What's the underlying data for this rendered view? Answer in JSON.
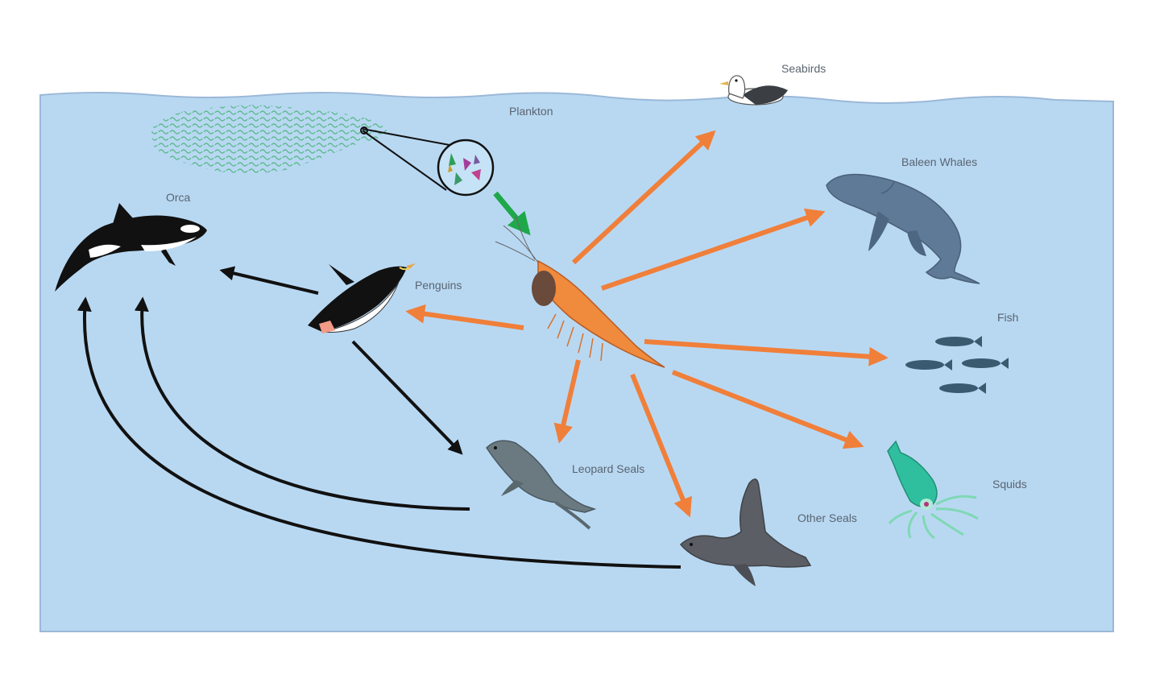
{
  "labels": {
    "seabirds": "Seabirds",
    "plankton": "Plankton",
    "baleen_whales": "Baleen Whales",
    "orca": "Orca",
    "penguins": "Penguins",
    "fish": "Fish",
    "leopard_seals": "Leopard Seals",
    "squids": "Squids",
    "other_seals": "Other Seals"
  },
  "colors": {
    "water": "#b8d8f2",
    "water_border": "#9bb8d8",
    "krill_arrows": "#f07f3a",
    "plankton_arrow": "#1fa84a",
    "predator_arrows": "#111111",
    "krill": "#f08a3c",
    "plankton": "#5ab88a",
    "baleen_whale": "#5f7a96",
    "seal": "#5b5e64",
    "leopard_seal": "#6a7a80",
    "squid": "#2fbf9f",
    "fish": "#3a5a70"
  },
  "icons": {
    "krill": "krill-icon",
    "plankton_magnifier": "magnifier-icon",
    "seabird": "seabird-icon",
    "baleen_whale": "whale-icon",
    "orca": "orca-icon",
    "penguin": "penguin-icon",
    "fish": "fish-icon",
    "leopard_seal": "leopard-seal-icon",
    "other_seal": "seal-icon",
    "squid": "squid-icon"
  }
}
